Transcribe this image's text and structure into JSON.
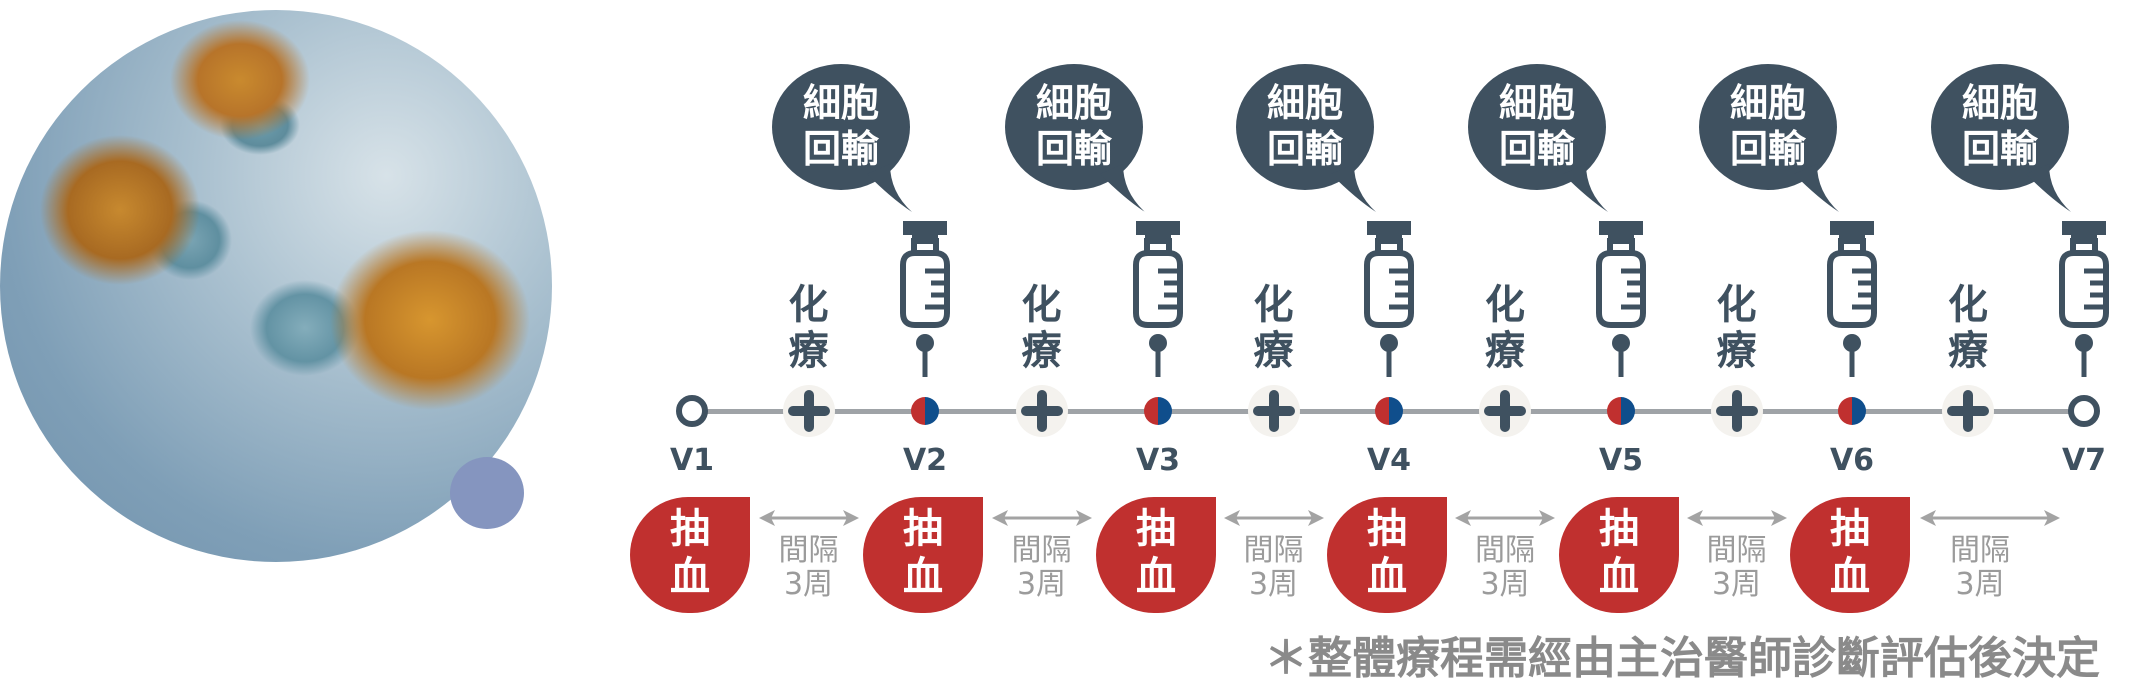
{
  "colors": {
    "slate": "#3f5160",
    "red": "#c0302f",
    "blue": "#0f4e8c",
    "gray": "#9b9b9b"
  },
  "bubble": {
    "line1": "細胞",
    "line2": "回輸"
  },
  "chemo": {
    "line1": "化",
    "line2": "療"
  },
  "blood_draw": {
    "line1": "抽",
    "line2": "血"
  },
  "interval": {
    "line1": "間隔",
    "line2": "3周"
  },
  "visits": [
    {
      "label": "V1",
      "marker": "ring",
      "infusion": false,
      "blood_draw": true
    },
    {
      "label": "V2",
      "marker": "dot",
      "infusion": true,
      "blood_draw": true
    },
    {
      "label": "V3",
      "marker": "dot",
      "infusion": true,
      "blood_draw": true
    },
    {
      "label": "V4",
      "marker": "dot",
      "infusion": true,
      "blood_draw": true
    },
    {
      "label": "V5",
      "marker": "dot",
      "infusion": true,
      "blood_draw": true
    },
    {
      "label": "V6",
      "marker": "dot",
      "infusion": true,
      "blood_draw": true
    },
    {
      "label": "V7",
      "marker": "ring",
      "infusion": true,
      "blood_draw": false
    }
  ],
  "footnote": "＊整體療程需經由主治醫師診斷評估後決定"
}
